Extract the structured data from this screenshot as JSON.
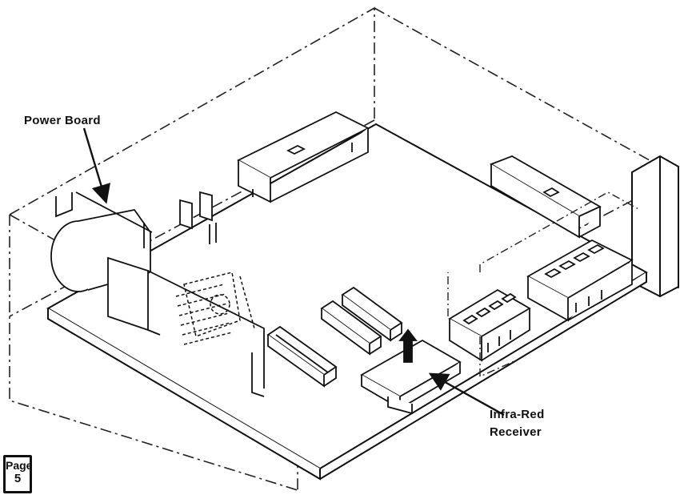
{
  "labels": {
    "power_board": "Power Board",
    "infra_red_line1": "Infra-Red",
    "infra_red_line2": "Receiver"
  },
  "page_tag": {
    "word": "Page",
    "number": "5"
  }
}
